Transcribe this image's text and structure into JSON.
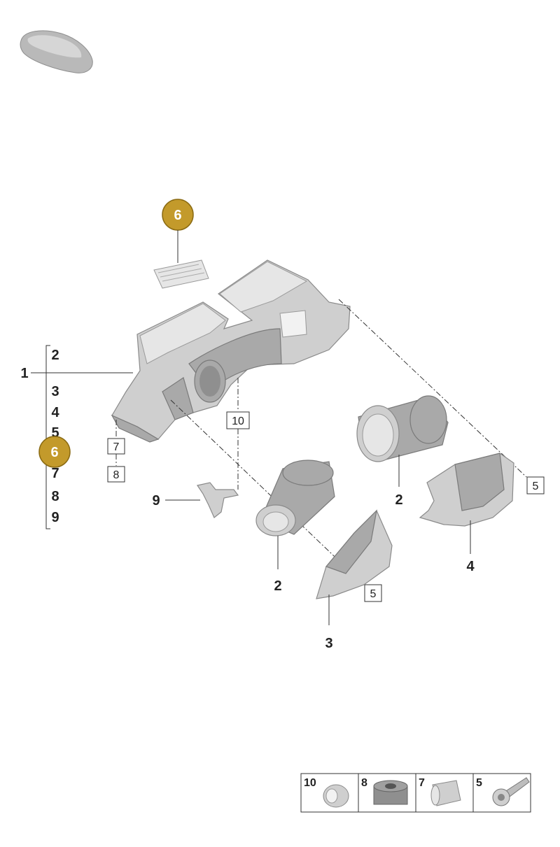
{
  "diagram": {
    "callouts": {
      "c1": "1",
      "c2a": "2",
      "c2b": "2",
      "c3": "3",
      "c4": "4",
      "c9": "9"
    },
    "boxed_labels": {
      "b5a": "5",
      "b5b": "5",
      "b7": "7",
      "b8": "8",
      "b10": "10"
    },
    "badge_top": "6",
    "bracket_list": {
      "i2": "2",
      "i3": "3",
      "i4": "4",
      "i5": "5",
      "i6": "6",
      "i7": "7",
      "i8": "8",
      "i9": "9"
    },
    "badge_color": "#c39a2b"
  },
  "legend_table": [
    {
      "number": "10",
      "icon": "grommet-icon"
    },
    {
      "number": "8",
      "icon": "rubber-bushing-icon"
    },
    {
      "number": "7",
      "icon": "sleeve-icon"
    },
    {
      "number": "5",
      "icon": "screw-icon"
    }
  ]
}
